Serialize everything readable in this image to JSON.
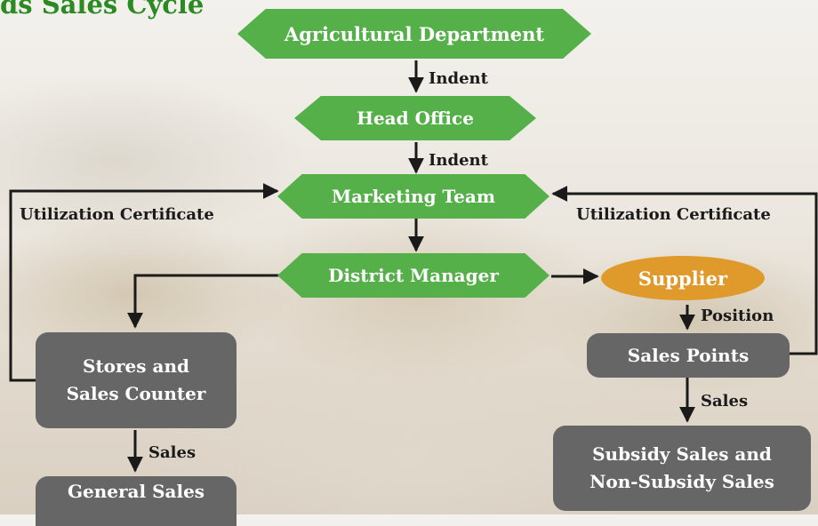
{
  "title": "ds Sales Cycle",
  "nodes": {
    "agri": "Agricultural Department",
    "head_office": "Head Office",
    "marketing": "Marketing Team",
    "district": "District Manager",
    "supplier": "Supplier",
    "stores_line1": "Stores and",
    "stores_line2": "Sales Counter",
    "sales_points": "Sales Points",
    "general_sales": "General Sales",
    "subsidy_line1": "Subsidy Sales and",
    "subsidy_line2": "Non-Subsidy Sales"
  },
  "labels": {
    "indent_1": "Indent",
    "indent_2": "Indent",
    "position": "Position",
    "sales_left": "Sales",
    "sales_right": "Sales",
    "uc_left": "Utilization Certificate",
    "uc_right": "Utilization Certificate"
  },
  "colors": {
    "green": "#56b04a",
    "gray": "#666667",
    "orange": "#e09a2b",
    "title": "#2c8a22"
  }
}
